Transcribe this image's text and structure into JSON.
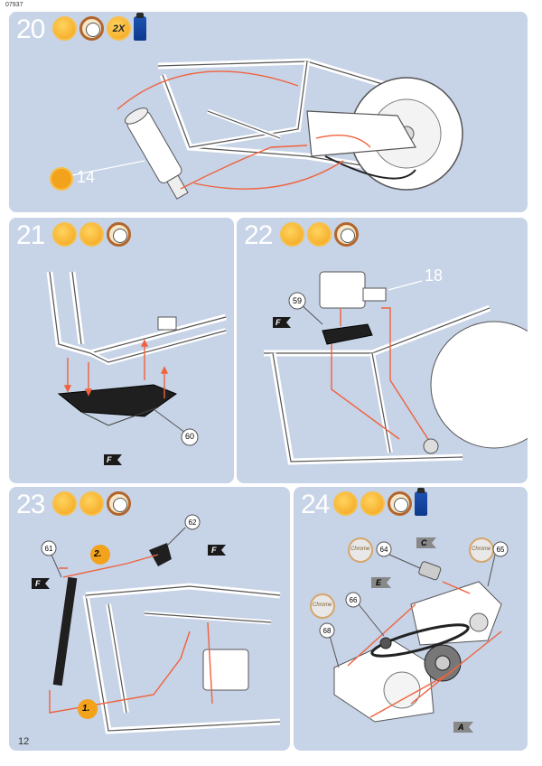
{
  "document": {
    "code": "07937",
    "page_number": "12"
  },
  "steps": [
    {
      "number": "20",
      "icons": [
        "brush-icon",
        "clock-icon",
        "2x-icon",
        "glue-icon"
      ],
      "icon_2x_text": "2X",
      "parts": {
        "part_14": "14"
      }
    },
    {
      "number": "21",
      "icons": [
        "brush-icon",
        "paint-icon",
        "clock-icon"
      ],
      "parts": {
        "part_60": "60"
      },
      "flag": "F"
    },
    {
      "number": "22",
      "icons": [
        "brush-icon",
        "paint-icon",
        "clock-icon"
      ],
      "parts": {
        "part_18": "18",
        "part_59": "59"
      },
      "flag": "F"
    },
    {
      "number": "23",
      "icons": [
        "brush-icon",
        "paint-icon",
        "clock-icon"
      ],
      "parts": {
        "part_61": "61",
        "part_62": "62"
      },
      "flags": [
        "F",
        "F"
      ],
      "seq_1": "1.",
      "seq_2": "2."
    },
    {
      "number": "24",
      "icons": [
        "brush-icon",
        "paint-icon",
        "clock-icon",
        "glue-icon"
      ],
      "parts": {
        "part_64": "64",
        "part_65": "65",
        "part_66": "66",
        "part_68": "68"
      },
      "flags": {
        "c": "C",
        "e": "E",
        "a": "A"
      },
      "chrome_label": "Chrome"
    }
  ],
  "colors": {
    "panel_bg": "#c7d3e6",
    "arrow": "#f0623d",
    "flag": "#1a1a1a"
  }
}
